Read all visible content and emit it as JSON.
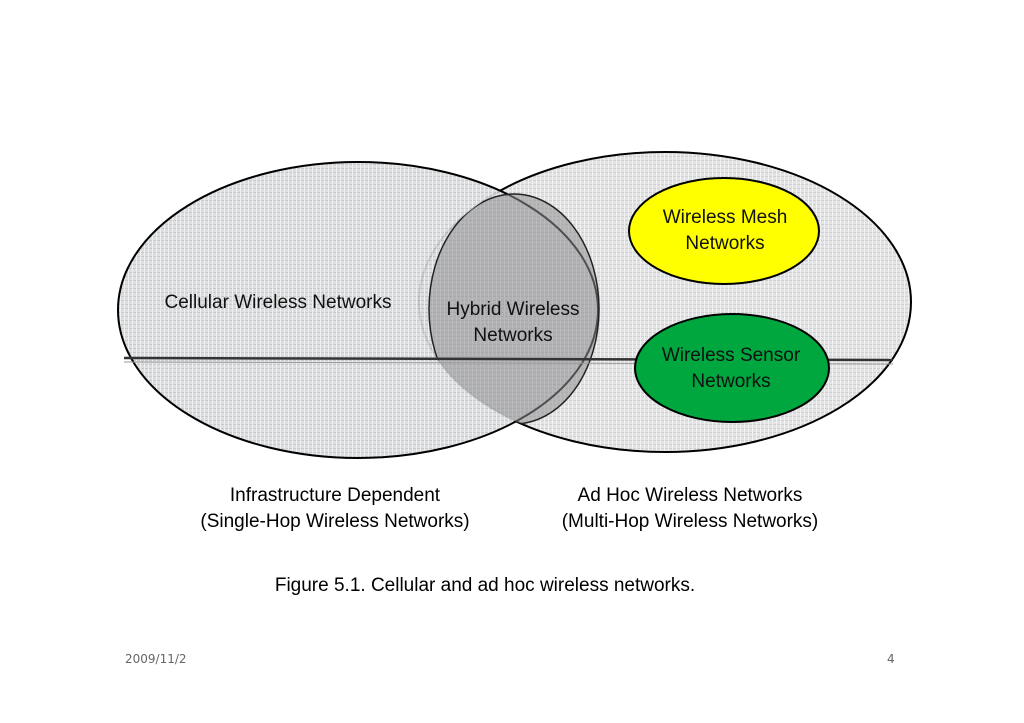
{
  "diagram": {
    "cellular": "Cellular Wireless Networks",
    "hybrid": "Hybrid Wireless\nNetworks",
    "mesh": "Wireless Mesh\nNetworks",
    "sensor": "Wireless Sensor\nNetworks",
    "infra": "Infrastructure Dependent\n(Single-Hop Wireless Networks)",
    "adhoc": "Ad Hoc Wireless Networks\n(Multi-Hop Wireless Networks)",
    "caption": "Figure 5.1. Cellular and ad hoc wireless networks."
  },
  "colors": {
    "ellipse_fill": "#d8dadc",
    "mesh_fill": "#ffff00",
    "sensor_fill": "#00a63e"
  },
  "footer": {
    "date": "2009/11/2",
    "page": "4"
  }
}
